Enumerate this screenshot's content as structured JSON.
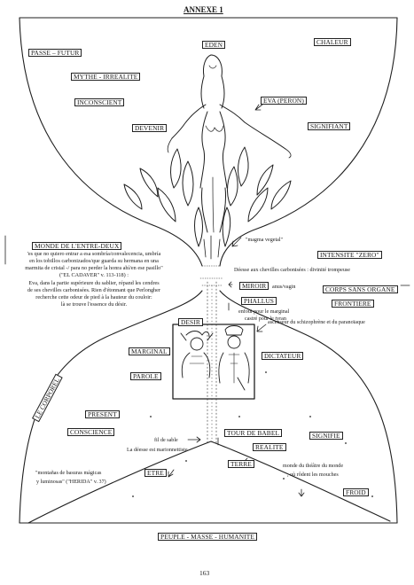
{
  "header": {
    "title": "ANNEXE 1"
  },
  "upper_labels": {
    "passe_futur": "PASSE – FUTUR",
    "eden": "EDEN",
    "chaleur": "CHALEUR",
    "mythe": "MYTHE - IRREALITE",
    "inconscient": "INCONSCIENT",
    "eva_peron": "EVA (PERON)",
    "devenir": "DEVENIR",
    "signifiant": "SIGNIFIANT"
  },
  "middle": {
    "monde_entre_deux": "MONDE DE L'ENTRE-DEUX",
    "poem_lines": [
      "'es que no quiero entrar a esa sombría/convalecencia, umbría",
      "en los tobillos carbonizados/que guarda su hermana en una",
      "marmita de cristal -/ para no perder la honra ahí/en ese pasillo\"",
      "(\"EL CADAVER\" v. 113-118) :"
    ],
    "commentary_lines": [
      "Eva, dans la partie supérieure du sablier, répand les cendres",
      "de ses chevilles carbonisées. Rien d'étonnant que Perlongher",
      "recherche cette odeur de pied à la hauteur du couloir:",
      "là se trouve l'essence du désir."
    ],
    "magma": "\"magma vegetal\"",
    "intensite_zero": "INTENSITE \"ZERO\"",
    "deesse": "Déesse aux chevilles carbonisées : divinité trompeuse",
    "miroir": "MIROIR",
    "anus_vagin": "anus/vagin",
    "corps_sans_organe": "CORPS SANS ORGANE",
    "frontiere": "FRONTIERE",
    "phallus": "PHALLUS",
    "enfoui_1": "enfoui pour le marginal",
    "enfoui_2": "castré pour le tyran",
    "desir": "DESIR",
    "ascenseur": "ascenseur du schizophrène et du paranoïaque"
  },
  "lower_labels": {
    "marginal": "MARGINAL",
    "dictateur": "DICTATEUR",
    "parole": "PAROLE",
    "le_corporel": "LE CORPOREL",
    "present": "PRESENT",
    "conscience": "CONSCIENCE",
    "tour_de_babel": "TOUR DE BABEL",
    "signifie": "SIGNIFIE",
    "fil_de_sable": "fil de sable",
    "realite": "REALITE",
    "deesse_marionnettiste": "La déesse est marionnettiste",
    "terre": "TERRE",
    "montanas_1": "\"montañas de basuras mágicas",
    "montanas_2": "y luminosas\" (\"HERIDA\" v. 37)",
    "ete": "ETRE",
    "monde_theatre_1": "monde du théâtre du monde",
    "monde_theatre_2": ", où rôdent les mouches",
    "froid": "FROID",
    "peuple": "PEUPLE - MASSE - HUMANITE"
  },
  "footer": {
    "page_number": "163"
  }
}
